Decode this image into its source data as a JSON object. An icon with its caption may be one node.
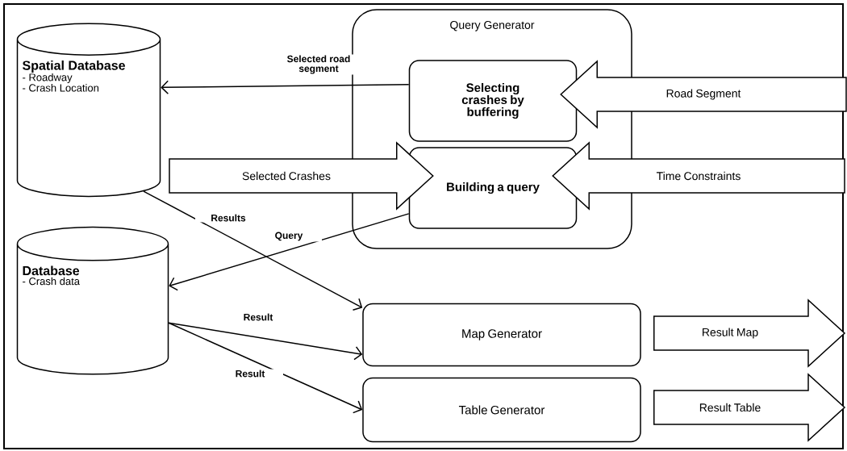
{
  "diagram": {
    "nodes": [
      {
        "text": [
          "Spatial Database",
          "- Roadway",
          "- Crash Location"
        ]
      },
      {
        "text": [
          "Query Generator"
        ]
      },
      {
        "text": [
          "Selecting crashes by buffering"
        ],
        "in": 1
      },
      {
        "text": [
          "Building a query"
        ],
        "in": 1
      },
      {
        "text": [
          "Database",
          "- Crash data"
        ]
      },
      {
        "text": [
          "Map Generator"
        ]
      },
      {
        "text": [
          "Table Generator"
        ]
      }
    ],
    "edges": [
      {
        "from": 2,
        "to": 0,
        "arrow": "to",
        "label": "Selected road segment"
      },
      {
        "from": null,
        "to": 2,
        "arrow": "to",
        "label": "Road Segment",
        "style": "thick"
      },
      {
        "from": 0,
        "to": 3,
        "arrow": "to",
        "label": "Selected Crashes",
        "style": "thick"
      },
      {
        "from": null,
        "to": 3,
        "arrow": "to",
        "label": "Time Constraints",
        "style": "thick"
      },
      {
        "from": 0,
        "to": 5,
        "arrow": "to",
        "label": "Results"
      },
      {
        "from": 3,
        "to": 4,
        "arrow": "to",
        "label": "Query"
      },
      {
        "from": 4,
        "to": 5,
        "arrow": "to",
        "label": "Result"
      },
      {
        "from": 4,
        "to": 6,
        "arrow": "to",
        "label": "Result"
      },
      {
        "from": 5,
        "to": null,
        "arrow": "to",
        "label": "Result Map",
        "style": "thick"
      },
      {
        "from": 6,
        "to": null,
        "arrow": "to",
        "label": "Result Table",
        "style": "thick"
      }
    ]
  }
}
